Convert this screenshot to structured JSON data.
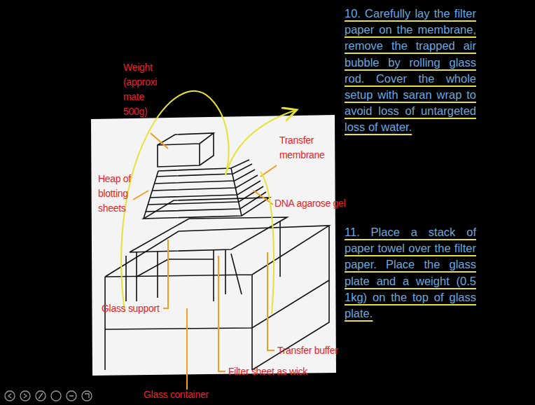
{
  "diagram": {
    "labels": [
      "Weight (approxi mate 500g)",
      "Heap of blotting sheets",
      "Transfer membrane",
      "DNA agarose gel",
      "Glass support",
      "Transfer buffer",
      "Filter sheet as wick",
      "Glass container",
      "10. Carefully lay the filter paper on the membrane, remove the trapped air bubble by rolling glass rod. Cover the whole setup with saran wrap to avoid loss of untargeted loss of water.",
      "11. Place a stack of paper towel over the filter paper. Place the glass plate and a weight (0.5 1kg) on the top of glass plate."
    ]
  }
}
